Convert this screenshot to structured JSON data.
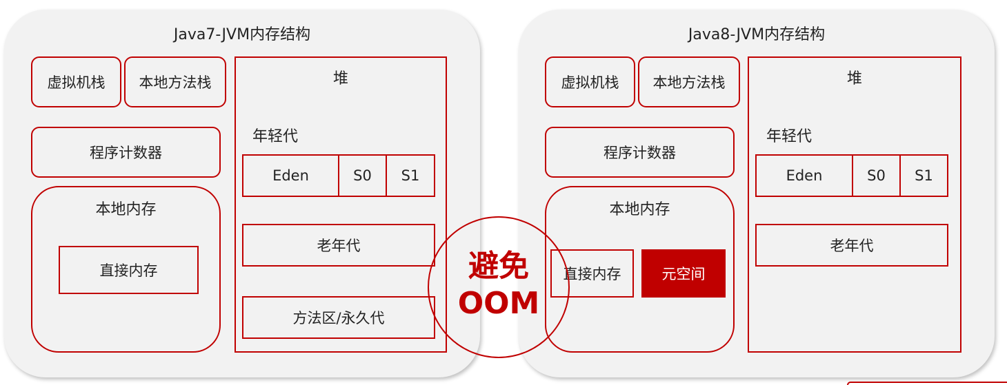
{
  "left": {
    "title": "Java7-JVM内存结构",
    "vm_stack": "虚拟机栈",
    "native_method_stack": "本地方法栈",
    "pc_register": "程序计数器",
    "native_memory": "本地内存",
    "direct_memory": "直接内存",
    "heap": "堆",
    "young_gen": "年轻代",
    "eden": "Eden",
    "s0": "S0",
    "s1": "S1",
    "old_gen": "老年代",
    "method_area": "方法区/永久代"
  },
  "right": {
    "title": "Java8-JVM内存结构",
    "vm_stack": "虚拟机栈",
    "native_method_stack": "本地方法栈",
    "pc_register": "程序计数器",
    "native_memory": "本地内存",
    "direct_memory": "直接内存",
    "metaspace": "元空间",
    "heap": "堆",
    "young_gen": "年轻代",
    "eden": "Eden",
    "s0": "S0",
    "s1": "S1",
    "old_gen": "老年代"
  },
  "oom": {
    "line1": "避免",
    "line2": "OOM"
  },
  "colors": {
    "accent": "#c00000",
    "panel_bg": "#f2f2f2"
  }
}
